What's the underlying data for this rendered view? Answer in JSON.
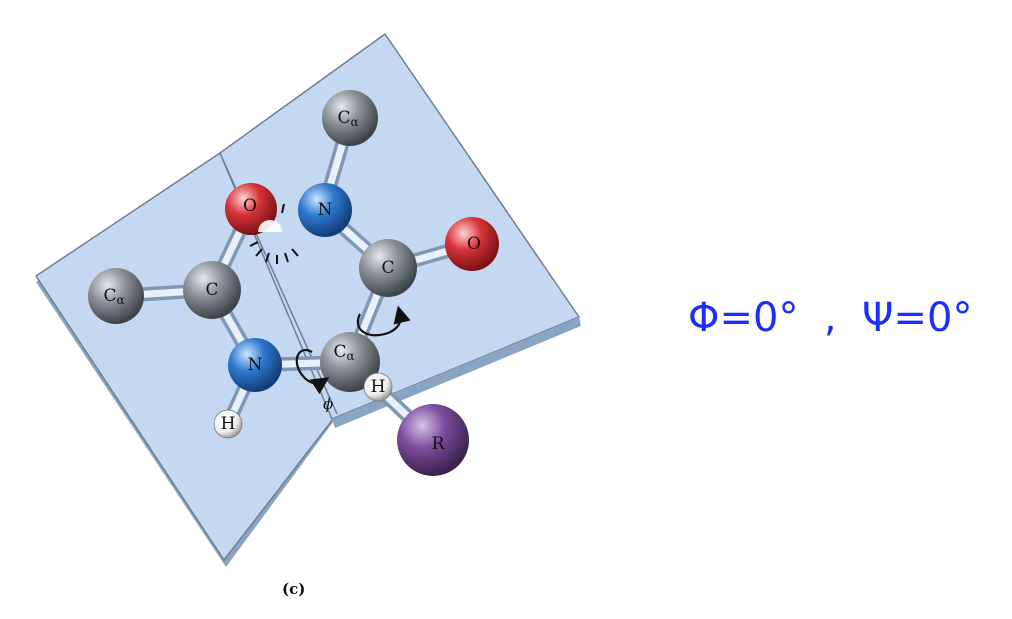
{
  "atoms": {
    "ca_top": {
      "main": "C",
      "sub": "α"
    },
    "o_top": {
      "main": "O"
    },
    "n_top": {
      "main": "N"
    },
    "ca_left": {
      "main": "C",
      "sub": "α"
    },
    "c_left": {
      "main": "C"
    },
    "o_right": {
      "main": "O"
    },
    "c_right": {
      "main": "C"
    },
    "n_bottom": {
      "main": "N"
    },
    "ca_center": {
      "main": "C",
      "sub": "α"
    },
    "h_center": {
      "main": "H"
    },
    "h_bottom": {
      "main": "H"
    },
    "r_group": {
      "main": "R"
    }
  },
  "phi_symbol": "ϕ",
  "angle_text": "Φ=0°  ,  Ψ=0°",
  "caption": "(c)",
  "colors": {
    "plane": "#c5d8f1",
    "plane_edge": "#6f7f93",
    "carbon": "#7c8287",
    "nitrogen": "#2f79cf",
    "oxygen": "#d8343a",
    "hydrogen": "#f3f3f3",
    "r_group": "#7a4e9c",
    "angle_text": "#1a2eff"
  }
}
